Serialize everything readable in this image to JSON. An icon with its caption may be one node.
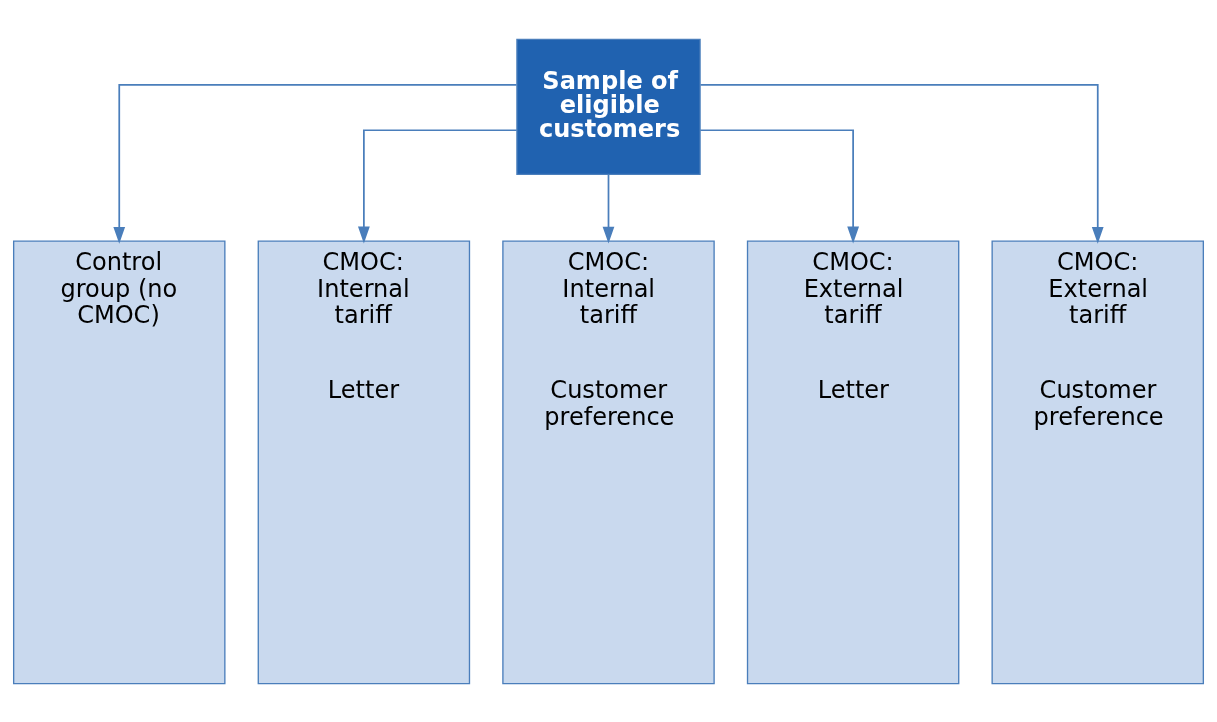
{
  "diagram": {
    "nodes": [
      {
        "text": [
          "Sample of eligible customers"
        ]
      },
      {
        "text": [
          "Control group (no CMOC)"
        ]
      },
      {
        "text": [
          "CMOC: Internal tariff",
          "Letter"
        ]
      },
      {
        "text": [
          "CMOC: Internal tariff",
          "Customer preference"
        ]
      },
      {
        "text": [
          "CMOC: External tariff",
          "Letter"
        ]
      },
      {
        "text": [
          "CMOC: External tariff",
          "Customer preference"
        ]
      }
    ],
    "edges": [
      {
        "from": 0,
        "to": 1,
        "arrow": "to"
      },
      {
        "from": 0,
        "to": 2,
        "arrow": "to"
      },
      {
        "from": 0,
        "to": 3,
        "arrow": "to"
      },
      {
        "from": 0,
        "to": 4,
        "arrow": "to"
      },
      {
        "from": 0,
        "to": 5,
        "arrow": "to"
      }
    ]
  }
}
